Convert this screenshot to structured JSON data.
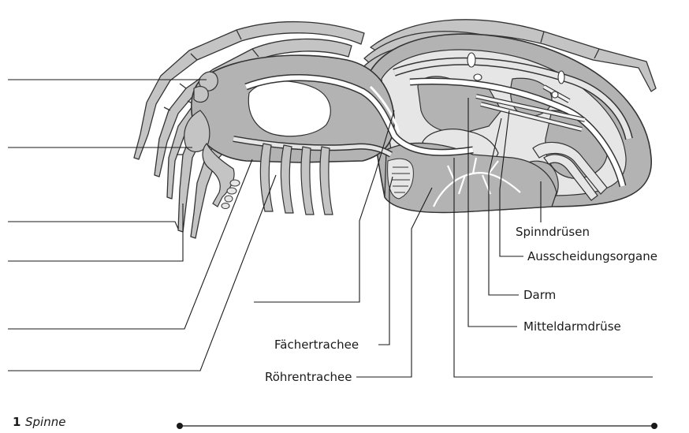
{
  "figure": {
    "number": "1",
    "caption": "Spinne"
  },
  "labels": {
    "spinndruesen": "Spinndrüsen",
    "ausscheidungsorgane": "Ausscheidungsorgane",
    "darm": "Darm",
    "mitteldarmdruese": "Mitteldarmdrüse",
    "faechertrachee": "Fächertrachee",
    "roehrentrachee": "Röhrentrachee"
  },
  "colors": {
    "body_fill": "#b3b3b3",
    "organ_fill": "#e6e6e6",
    "outline": "#333333",
    "label_line": "#1a1a1a"
  }
}
